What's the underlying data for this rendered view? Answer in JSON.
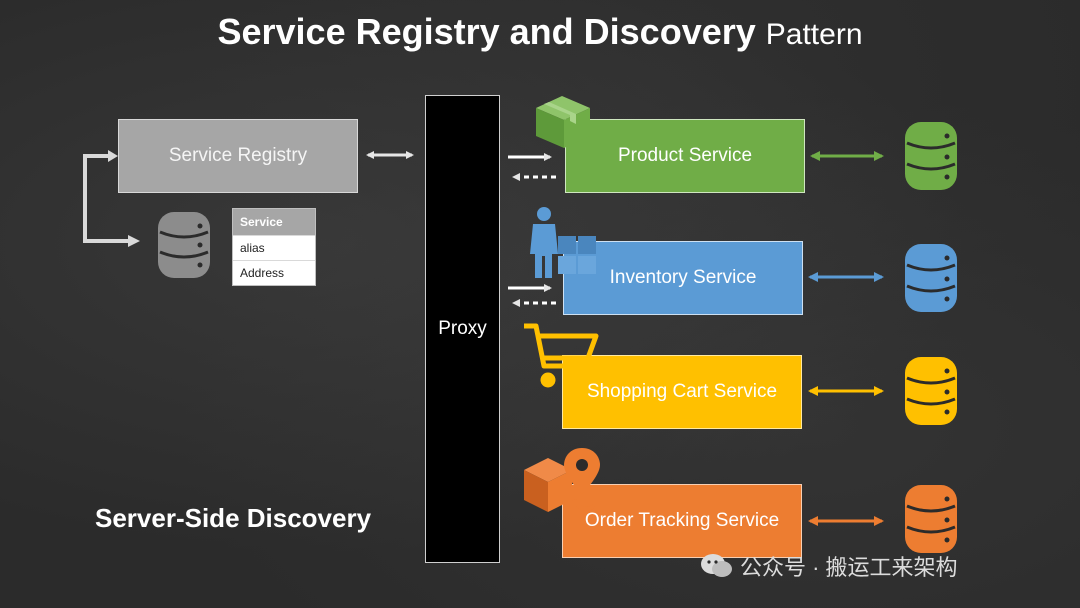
{
  "title": {
    "bold": "Service Registry and Discovery",
    "light": "Pattern"
  },
  "nodes": {
    "registry": "Service Registry",
    "proxy": "Proxy",
    "product": "Product Service",
    "inventory": "Inventory Service",
    "cart": "Shopping Cart Service",
    "order": "Order Tracking Service"
  },
  "registry_table": {
    "header": "Service",
    "rows": [
      "alias",
      "Address"
    ]
  },
  "caption": "Server-Side Discovery",
  "watermark": "公众号 · 搬运工来架构",
  "colors": {
    "registry": "#a6a6a6",
    "product": "#70ad47",
    "inventory": "#5b9bd5",
    "cart": "#ffc000",
    "order": "#ed7d31",
    "registry_db": "#8c8c8c"
  },
  "icons": [
    "package-icon",
    "worker-with-boxes-icon",
    "shopping-cart-icon",
    "location-box-icon",
    "database-icon",
    "wechat-icon"
  ]
}
